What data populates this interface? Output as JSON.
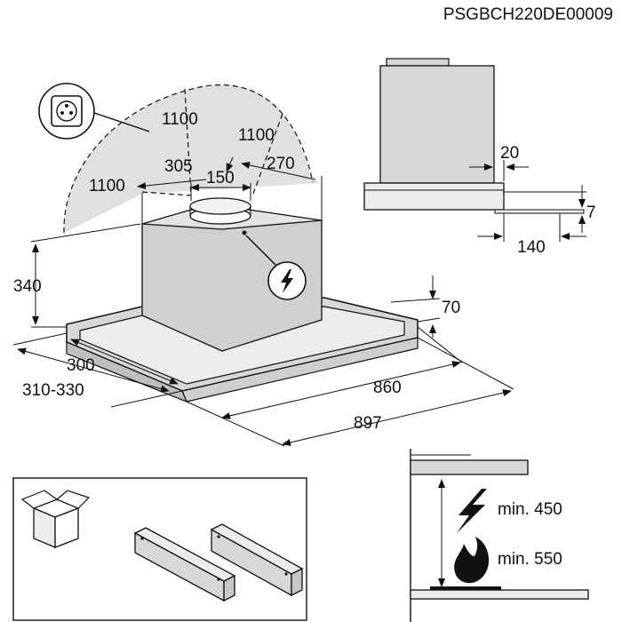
{
  "product_code": "PSGBCH220DE00009",
  "dimensions": {
    "clearance_top": "1100",
    "clearance_right": "1100",
    "clearance_left": "1100",
    "dim_305": "305",
    "dim_150": "150",
    "dim_270": "270",
    "height_340": "340",
    "depth_300": "300",
    "depth_range": "310-330",
    "width_860": "860",
    "width_897": "897",
    "thickness_70": "70"
  },
  "side_view": {
    "dim_20": "20",
    "dim_7": "7",
    "dim_140": "140"
  },
  "installation": {
    "min_electric": "min. 450",
    "min_gas": "min. 550"
  },
  "icons": [
    "socket-icon",
    "electric-icon",
    "box-icon",
    "bracket-icon",
    "lightning-icon",
    "flame-icon"
  ]
}
